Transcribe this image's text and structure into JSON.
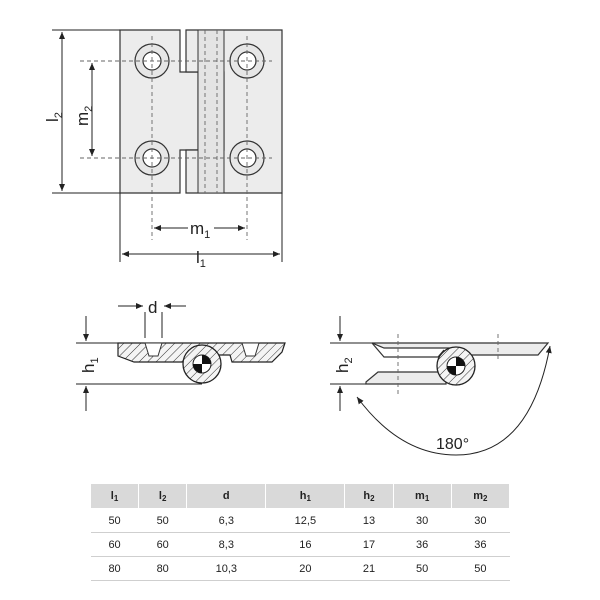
{
  "labels": {
    "l2": "l",
    "l2_sub": "2",
    "m2": "m",
    "m2_sub": "2",
    "m1": "m",
    "m1_sub": "1",
    "l1": "l",
    "l1_sub": "1",
    "d": "d",
    "h1": "h",
    "h1_sub": "1",
    "h2": "h",
    "h2_sub": "2",
    "angle": "180°"
  },
  "table": {
    "headers": [
      {
        "main": "l",
        "sub": "1"
      },
      {
        "main": "l",
        "sub": "2"
      },
      {
        "main": "d",
        "sub": ""
      },
      {
        "main": "h",
        "sub": "1"
      },
      {
        "main": "h",
        "sub": "2"
      },
      {
        "main": "m",
        "sub": "1"
      },
      {
        "main": "m",
        "sub": "2"
      }
    ],
    "rows": [
      [
        "50",
        "50",
        "6,3",
        "12,5",
        "13",
        "30",
        "30"
      ],
      [
        "60",
        "60",
        "8,3",
        "16",
        "17",
        "36",
        "36"
      ],
      [
        "80",
        "80",
        "10,3",
        "20",
        "21",
        "50",
        "50"
      ]
    ]
  },
  "colors": {
    "line": "#222222",
    "plate": "#ececec",
    "header_bg": "#d9d9d9"
  }
}
